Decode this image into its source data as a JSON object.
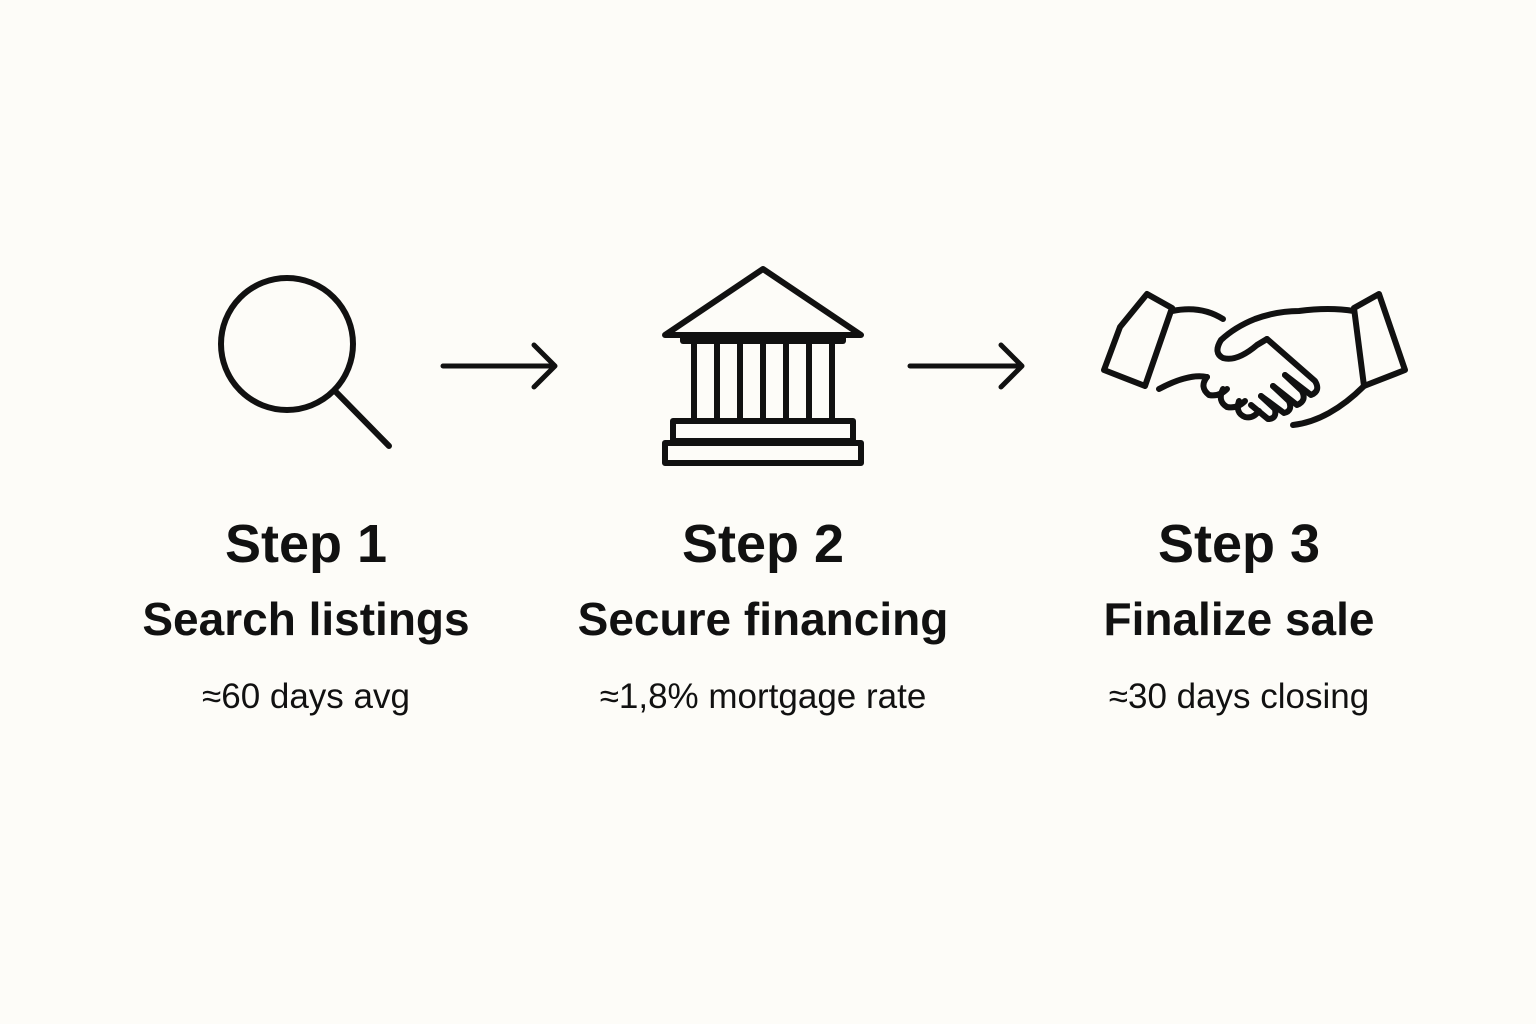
{
  "steps": [
    {
      "title": "Step 1",
      "subtitle": "Search listings",
      "stat": "≈60 days avg",
      "icon": "magnifying-glass-icon"
    },
    {
      "title": "Step 2",
      "subtitle": "Secure financing",
      "stat": "≈1,8% mortgage rate",
      "icon": "bank-building-icon"
    },
    {
      "title": "Step 3",
      "subtitle": "Finalize sale",
      "stat": "≈30 days closing",
      "icon": "handshake-icon"
    }
  ],
  "connectors": [
    "arrow-right-icon",
    "arrow-right-icon"
  ],
  "colors": {
    "background": "#fdfcf8",
    "ink": "#111111"
  }
}
